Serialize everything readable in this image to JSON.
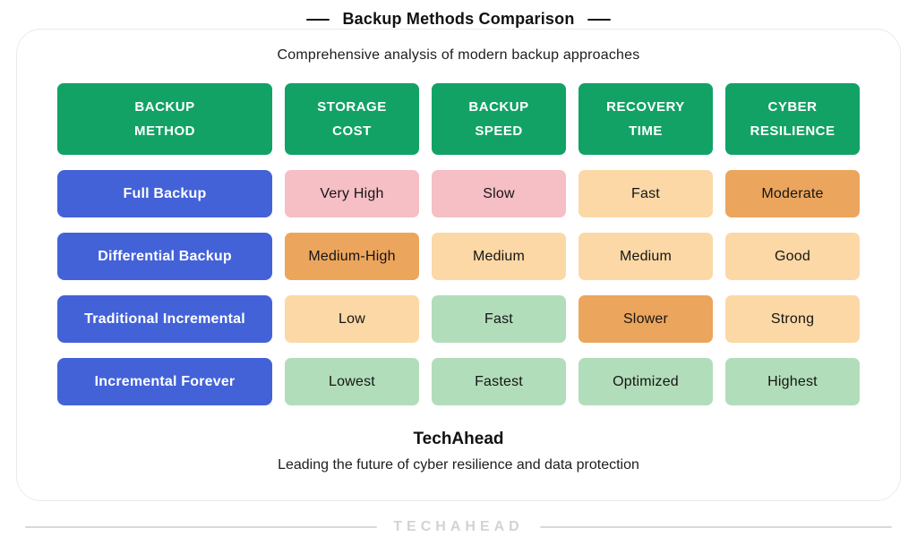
{
  "page": {
    "title": "Backup Methods Comparison",
    "subtitle": "Comprehensive analysis of modern backup approaches",
    "footer_title": "TechAhead",
    "footer_subtitle": "Leading the future of cyber resilience and data protection",
    "brand": "TECHAHEAD"
  },
  "colors": {
    "header_green": "#12A266",
    "method_blue": "#4362D8",
    "bad_pink": "#F6BEC5",
    "warn_orange": "#ECA55C",
    "neutral_peach": "#FBD8A5",
    "good_green": "#B2DDBA"
  },
  "table": {
    "headers": [
      "BACKUP\nMETHOD",
      "STORAGE\nCOST",
      "BACKUP\nSPEED",
      "RECOVERY\nTIME",
      "CYBER\nRESILIENCE"
    ],
    "rows": [
      {
        "method": "Full Backup",
        "cells": [
          {
            "text": "Very High",
            "color": "#F6BEC5"
          },
          {
            "text": "Slow",
            "color": "#F6BEC5"
          },
          {
            "text": "Fast",
            "color": "#FBD8A5"
          },
          {
            "text": "Moderate",
            "color": "#ECA55C"
          }
        ]
      },
      {
        "method": "Differential Backup",
        "cells": [
          {
            "text": "Medium-High",
            "color": "#ECA55C"
          },
          {
            "text": "Medium",
            "color": "#FBD8A5"
          },
          {
            "text": "Medium",
            "color": "#FBD8A5"
          },
          {
            "text": "Good",
            "color": "#FBD8A5"
          }
        ]
      },
      {
        "method": "Traditional Incremental",
        "cells": [
          {
            "text": "Low",
            "color": "#FBD8A5"
          },
          {
            "text": "Fast",
            "color": "#B2DDBA"
          },
          {
            "text": "Slower",
            "color": "#ECA55C"
          },
          {
            "text": "Strong",
            "color": "#FBD8A5"
          }
        ]
      },
      {
        "method": "Incremental Forever",
        "cells": [
          {
            "text": "Lowest",
            "color": "#B2DDBA"
          },
          {
            "text": "Fastest",
            "color": "#B2DDBA"
          },
          {
            "text": "Optimized",
            "color": "#B2DDBA"
          },
          {
            "text": "Highest",
            "color": "#B2DDBA"
          }
        ]
      }
    ]
  },
  "chart_data": {
    "type": "table",
    "title": "Backup Methods Comparison",
    "subtitle": "Comprehensive analysis of modern backup approaches",
    "columns": [
      "BACKUP METHOD",
      "STORAGE COST",
      "BACKUP SPEED",
      "RECOVERY TIME",
      "CYBER RESILIENCE"
    ],
    "rows": [
      [
        "Full Backup",
        "Very High",
        "Slow",
        "Fast",
        "Moderate"
      ],
      [
        "Differential Backup",
        "Medium-High",
        "Medium",
        "Medium",
        "Good"
      ],
      [
        "Traditional Incremental",
        "Low",
        "Fast",
        "Slower",
        "Strong"
      ],
      [
        "Incremental Forever",
        "Lowest",
        "Fastest",
        "Optimized",
        "Highest"
      ]
    ],
    "legend_position": "none",
    "grid": false
  }
}
